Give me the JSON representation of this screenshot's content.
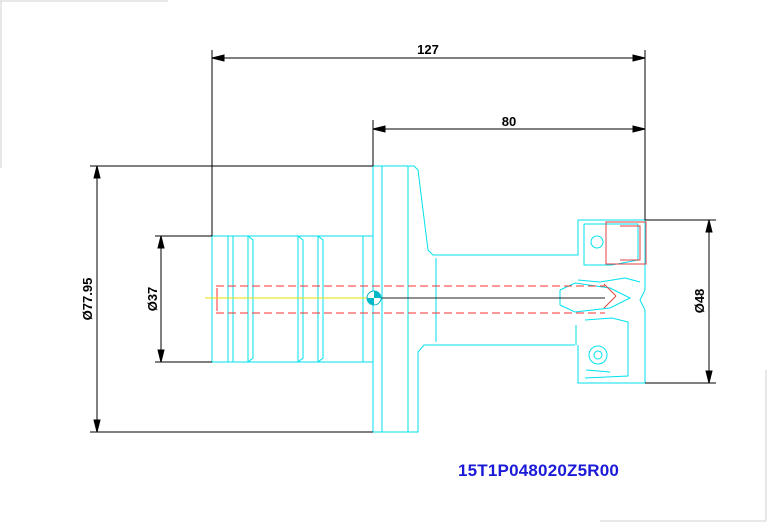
{
  "dimensions": {
    "overall_length": "127",
    "body_length": "80",
    "flange_diameter": "Ø77.95",
    "shank_diameter": "Ø37",
    "cutter_diameter": "Ø48"
  },
  "part_number": "15T1P048020Z5R00",
  "colors": {
    "outline": "#00e1ee",
    "dimension": "#000000",
    "centerline": "#ff3030",
    "axis": "#e8e000",
    "insert": "#e04040",
    "part_number": "#1a1ad8",
    "frame": "#c8c8c8"
  }
}
